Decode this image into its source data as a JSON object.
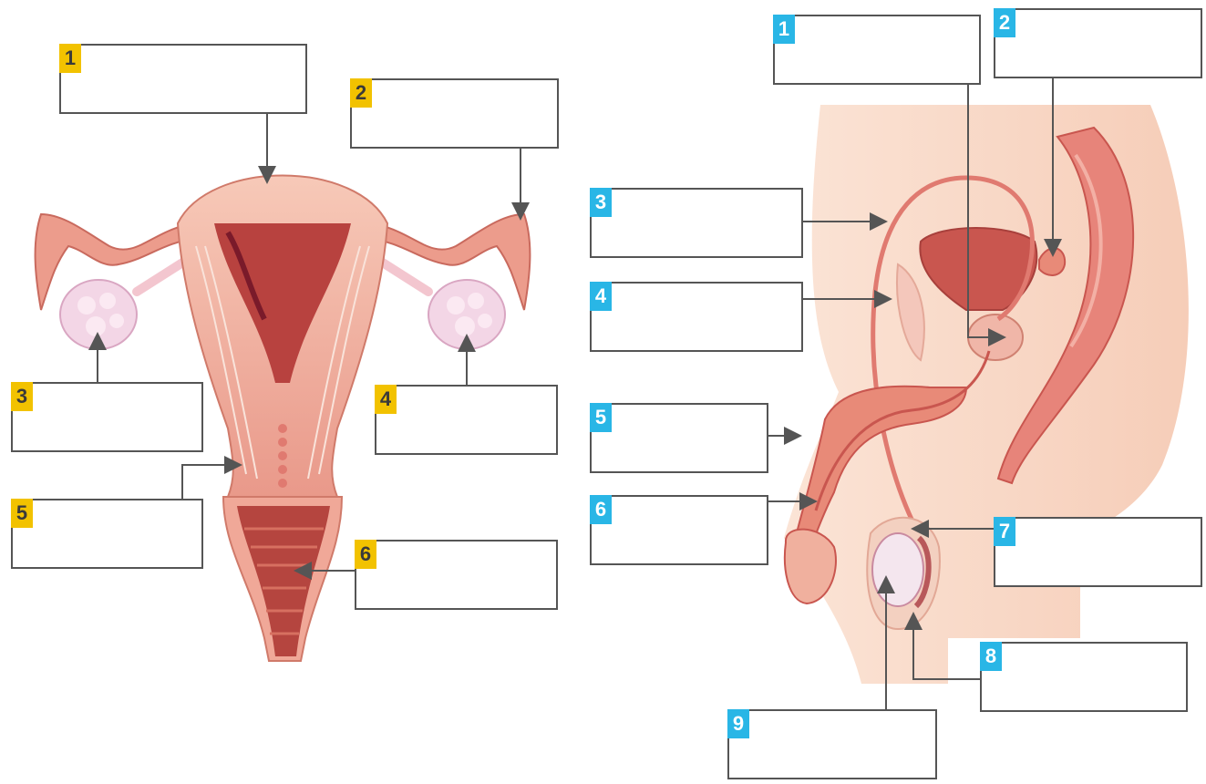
{
  "female_diagram": {
    "badge_color": "#f2c200",
    "labels": [
      {
        "number": "1",
        "answer": ""
      },
      {
        "number": "2",
        "answer": ""
      },
      {
        "number": "3",
        "answer": ""
      },
      {
        "number": "4",
        "answer": ""
      },
      {
        "number": "5",
        "answer": ""
      },
      {
        "number": "6",
        "answer": ""
      }
    ]
  },
  "male_diagram": {
    "badge_color": "#29b6e6",
    "labels": [
      {
        "number": "1",
        "answer": ""
      },
      {
        "number": "2",
        "answer": ""
      },
      {
        "number": "3",
        "answer": ""
      },
      {
        "number": "4",
        "answer": ""
      },
      {
        "number": "5",
        "answer": ""
      },
      {
        "number": "6",
        "answer": ""
      },
      {
        "number": "7",
        "answer": ""
      },
      {
        "number": "8",
        "answer": ""
      },
      {
        "number": "9",
        "answer": ""
      }
    ]
  },
  "colors": {
    "tissue_light": "#f6c4b3",
    "tissue_mid": "#e88a78",
    "tissue_dark": "#b83a3a",
    "skin": "#f9dccb",
    "ovary": "#f3d6e6",
    "arrow": "#555555"
  }
}
